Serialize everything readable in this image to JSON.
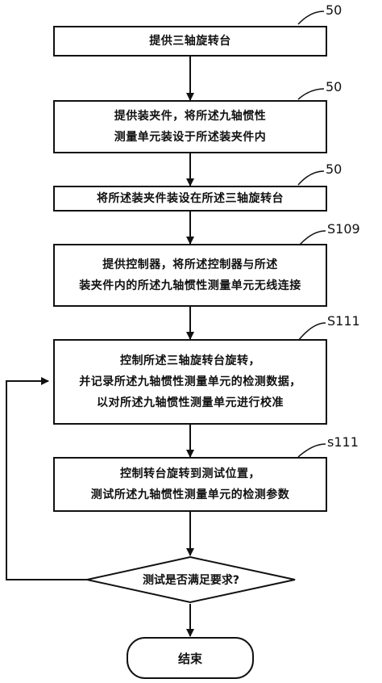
{
  "steps": [
    {
      "tag": "50",
      "lines": [
        "提供三轴旋转台"
      ]
    },
    {
      "tag": "50",
      "lines": [
        "提供装夹件，将所述九轴惯性",
        "测量单元装设于所述装夹件内"
      ]
    },
    {
      "tag": "50",
      "lines": [
        "将所述装夹件装设在所述三轴旋转台"
      ]
    },
    {
      "tag": "S109",
      "lines": [
        "提供控制器，将所述控制器与所述",
        "装夹件内的所述九轴惯性测量单元无线连接"
      ]
    },
    {
      "tag": "S111",
      "lines": [
        "控制所述三轴旋转台旋转，",
        "并记录所述九轴惯性测量单元的检测数据，",
        "以对所述九轴惯性测量单元进行校准"
      ]
    },
    {
      "tag": "s111",
      "lines": [
        "控制转台旋转到测试位置，",
        "测试所述九轴惯性测量单元的检测参数"
      ]
    }
  ],
  "decision": {
    "label": "测试是否满足要求?"
  },
  "end": {
    "label": "结束"
  }
}
